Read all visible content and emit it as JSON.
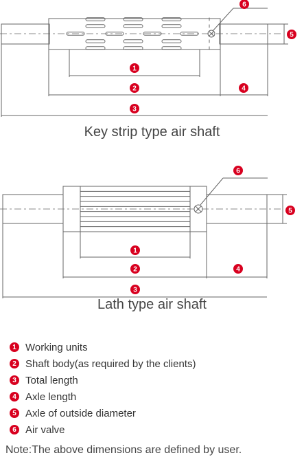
{
  "colors": {
    "accent": "#d8001f",
    "line": "#666666"
  },
  "diagrams": [
    {
      "title": "Key strip type air shaft",
      "markers": [
        "1",
        "2",
        "3",
        "4",
        "5",
        "6"
      ]
    },
    {
      "title": "Lath type air shaft",
      "markers": [
        "1",
        "2",
        "3",
        "4",
        "5",
        "6"
      ]
    }
  ],
  "legend": [
    {
      "number": "1",
      "label": "Working units"
    },
    {
      "number": "2",
      "label": "Shaft body(as required by the clients)"
    },
    {
      "number": "3",
      "label": "Total length"
    },
    {
      "number": "4",
      "label": "Axle length"
    },
    {
      "number": "5",
      "label": "Axle of outside diameter"
    },
    {
      "number": "6",
      "label": "Air valve"
    }
  ],
  "note": "Note:The above dimensions are defined by user."
}
